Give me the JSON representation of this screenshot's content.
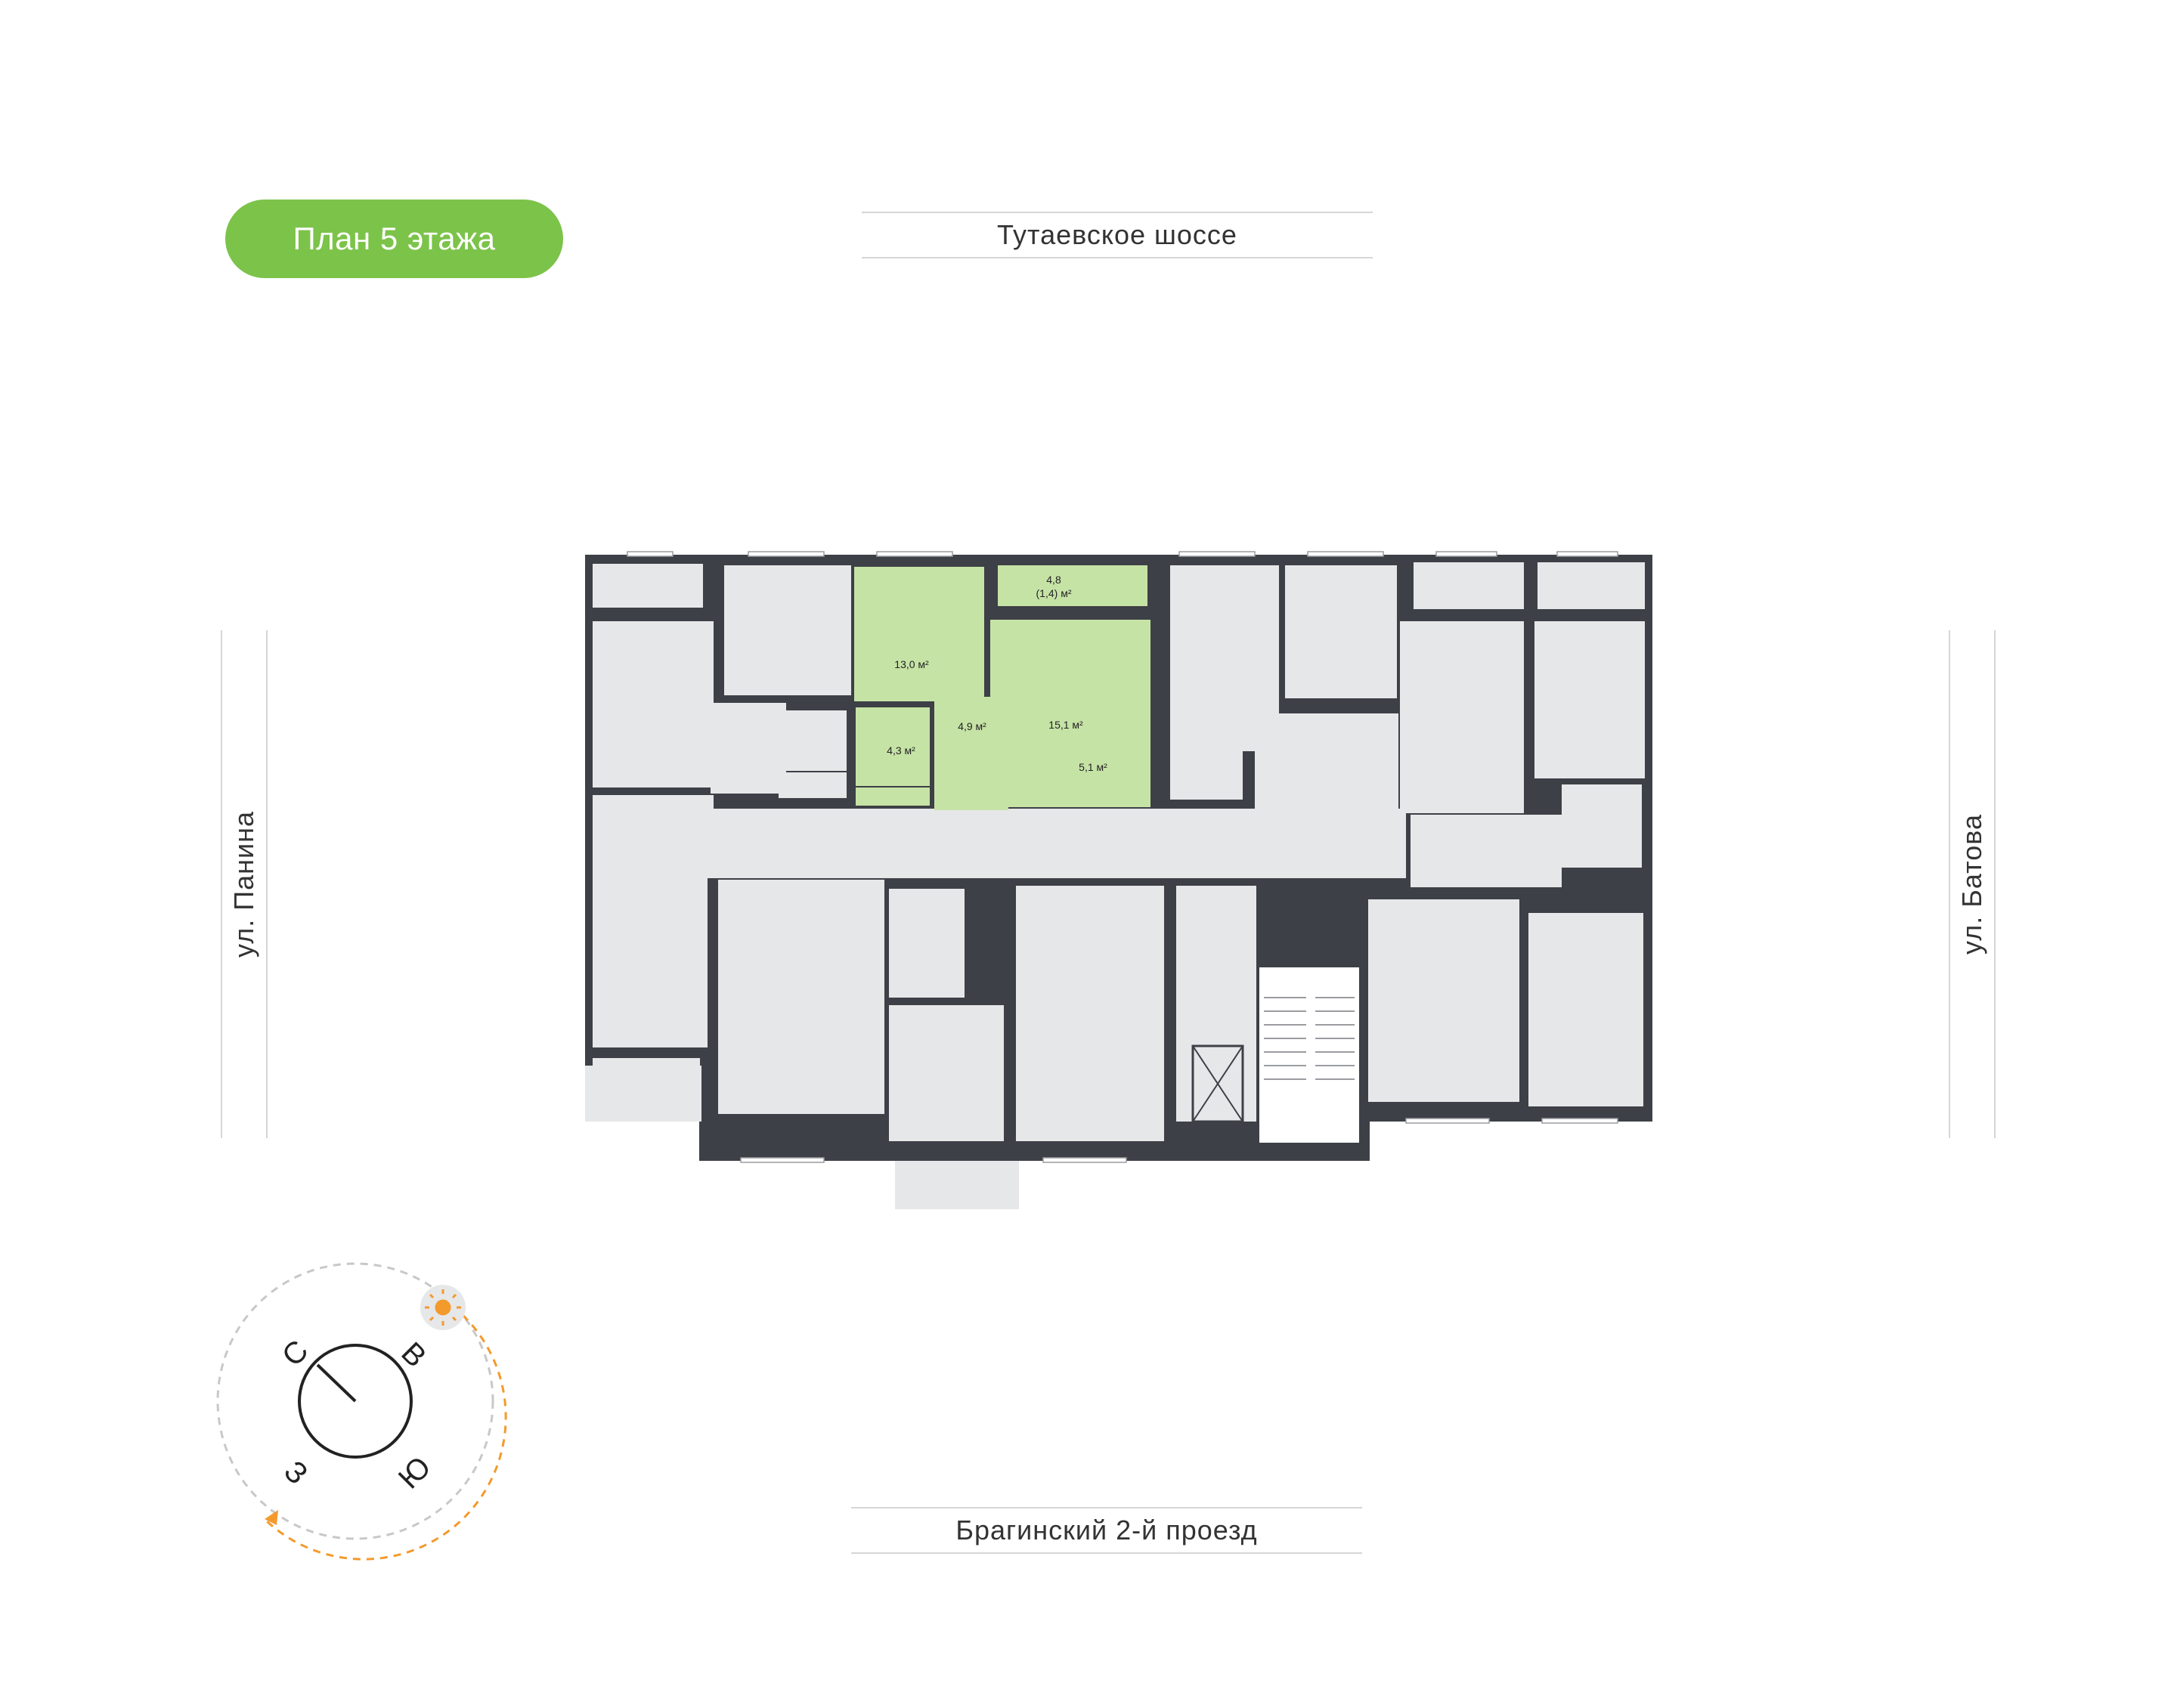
{
  "floor_label": "План 5 этажа",
  "streets": {
    "north": "Тутаевское шоссе",
    "south": "Брагинский 2-й проезд",
    "west": "ул. Панина",
    "east": "ул. Батова"
  },
  "highlighted_apartment": {
    "rooms": [
      {
        "name": "room",
        "area": "13,0 м²"
      },
      {
        "name": "balcony",
        "area": "4,8",
        "area_reduced": "(1,4) м²"
      },
      {
        "name": "hall",
        "area": "4,9 м²"
      },
      {
        "name": "bathroom",
        "area": "4,3 м²"
      },
      {
        "name": "living-room",
        "area": "15,1 м²"
      },
      {
        "name": "kitchen",
        "area": "5,1 м²"
      }
    ]
  },
  "compass": {
    "north": "С",
    "east": "В",
    "south": "Ю",
    "west": "З"
  },
  "colors": {
    "accent": "#7cc34a",
    "highlight_fill": "#c6e3a6",
    "room_fill": "#e6e7e9",
    "wall": "#3d4046",
    "sun": "#f39a2c"
  }
}
